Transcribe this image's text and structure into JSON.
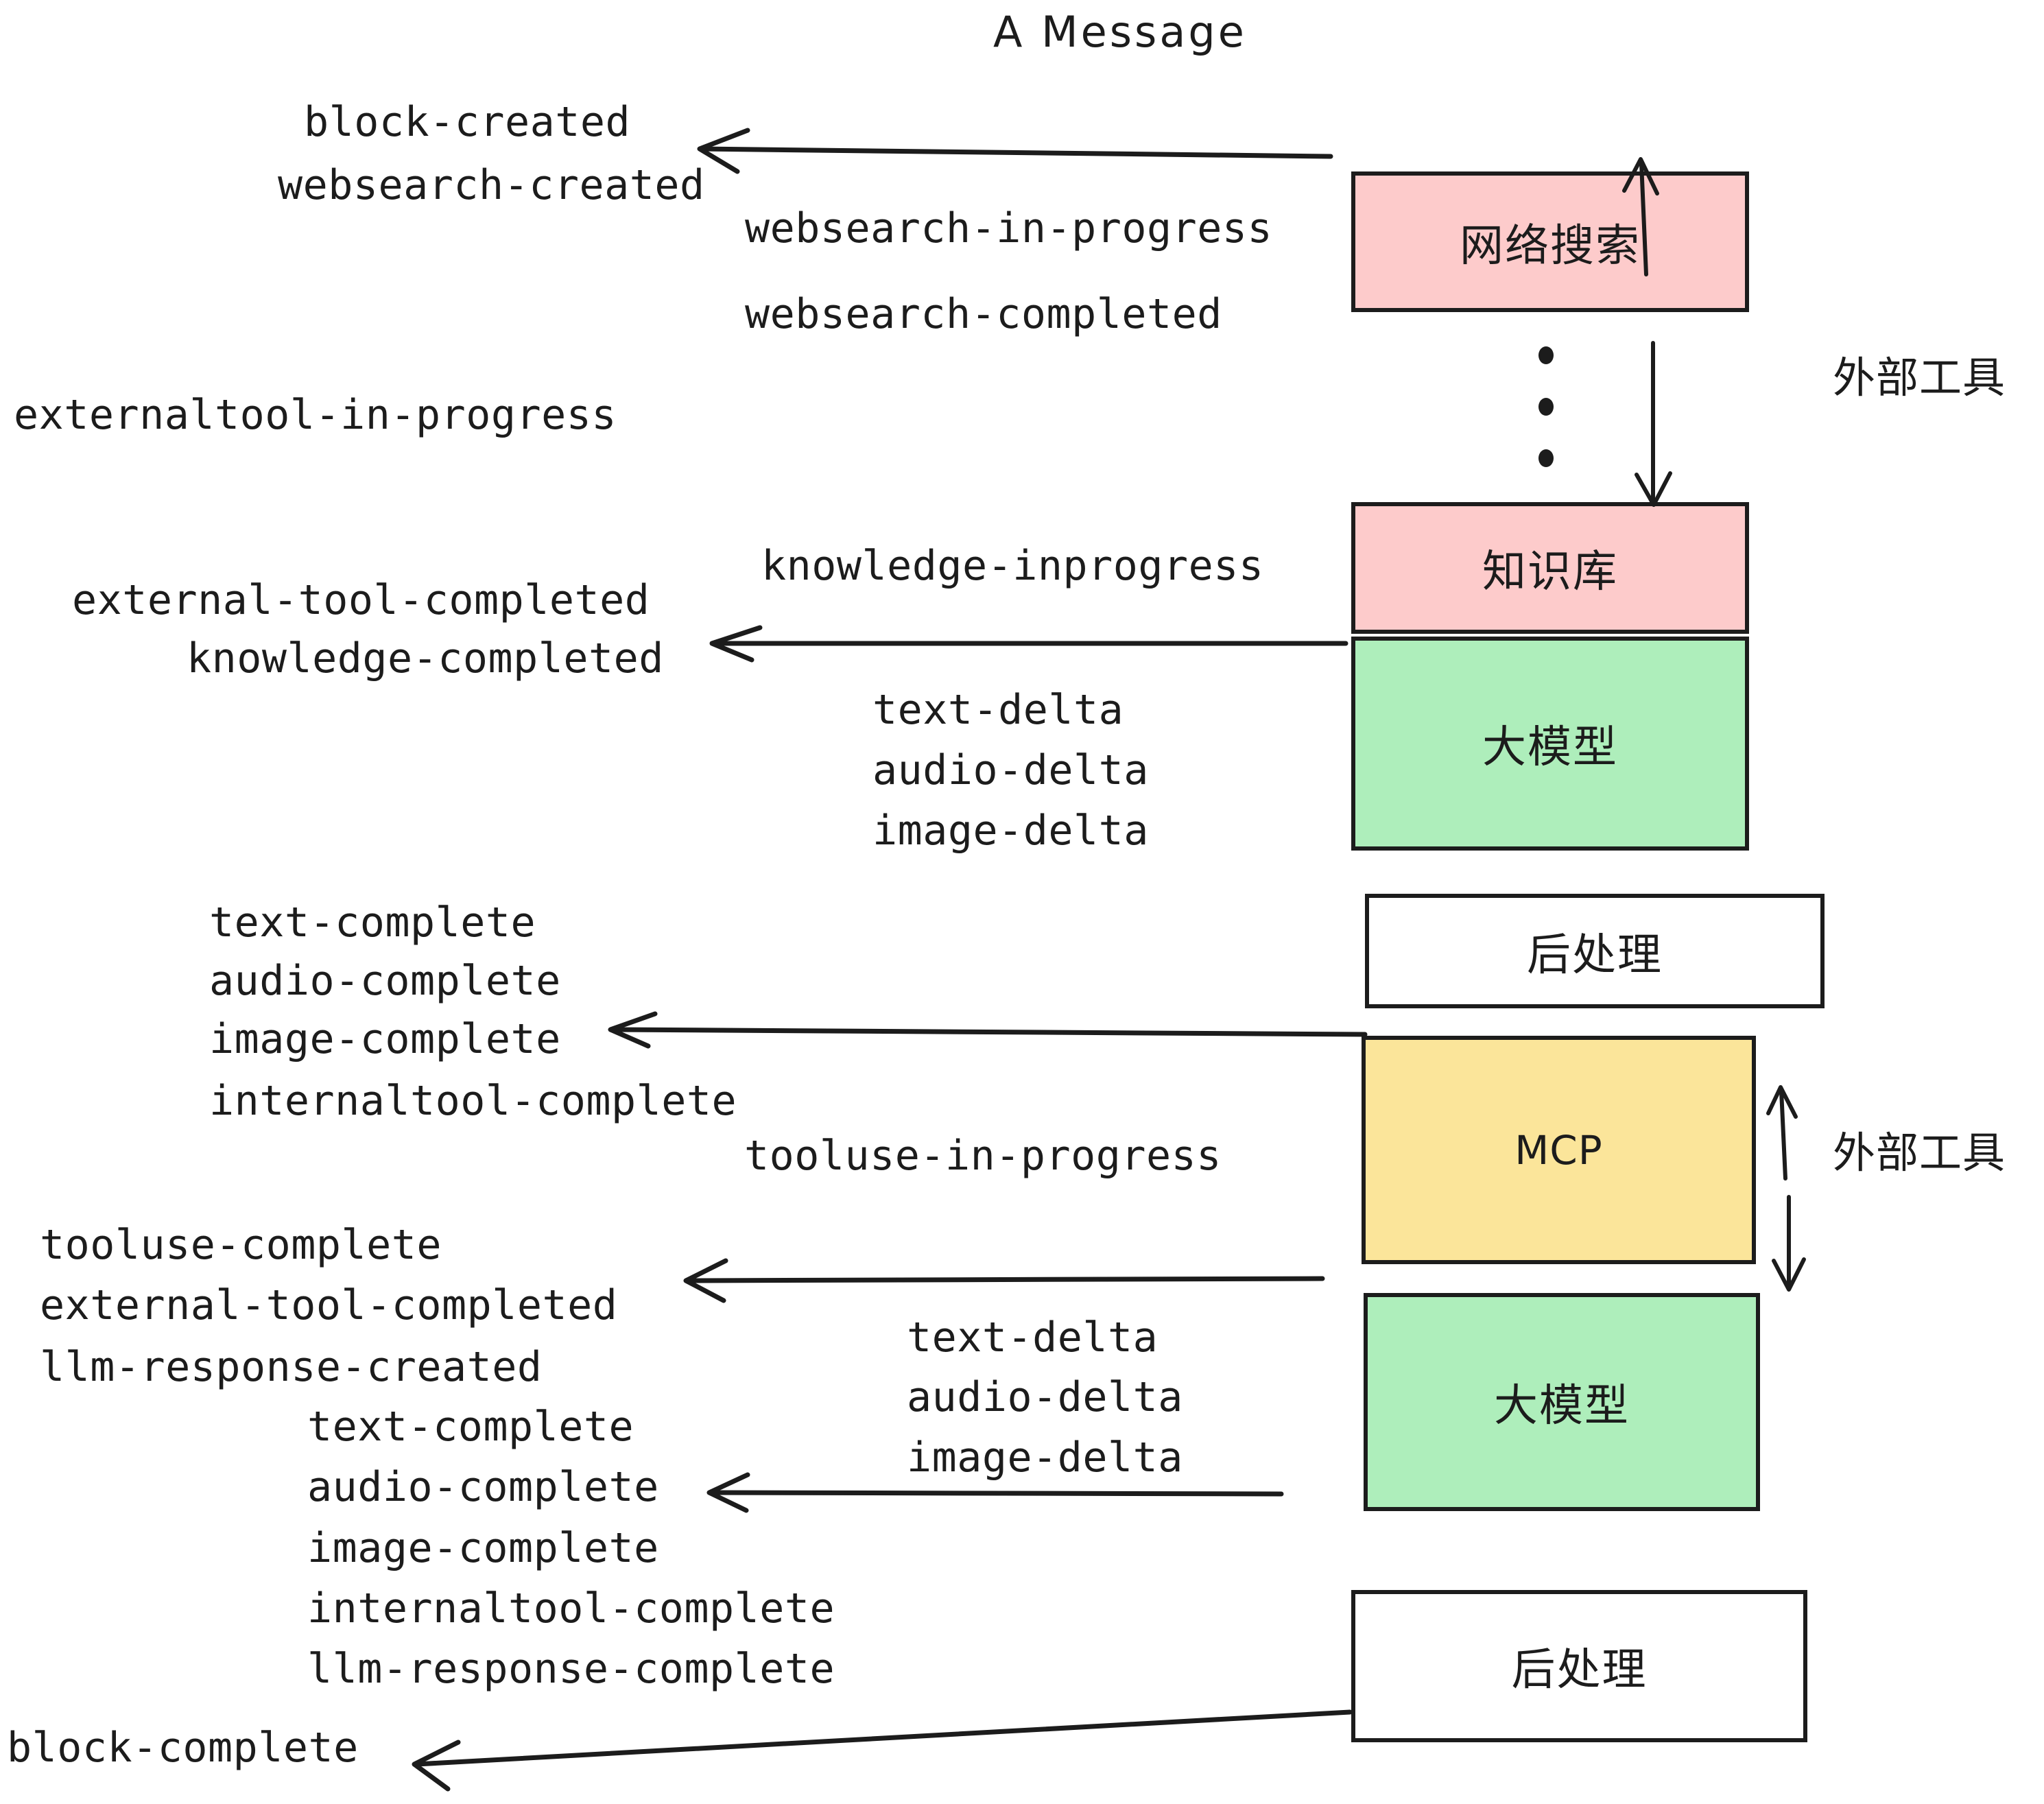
{
  "title": "A Message",
  "boxes": [
    {
      "id": "websearch",
      "label": "网络搜索",
      "color": "#fdcbcb",
      "script": "cjk"
    },
    {
      "id": "knowledge",
      "label": "知识库",
      "color": "#fdcbcb",
      "script": "cjk"
    },
    {
      "id": "llm-top",
      "label": "大模型",
      "color": "#aeeebb",
      "script": "cjk"
    },
    {
      "id": "post-top",
      "label": "后处理",
      "color": "#ffffff",
      "script": "cjk"
    },
    {
      "id": "mcp",
      "label": "MCP",
      "color": "#fbe59a",
      "script": "latin"
    },
    {
      "id": "llm-bottom",
      "label": "大模型",
      "color": "#aeeebb",
      "script": "cjk"
    },
    {
      "id": "post-bottom",
      "label": "后处理",
      "color": "#ffffff",
      "script": "cjk"
    }
  ],
  "external_tool_labels": [
    {
      "id": "external-tool-top",
      "label": "外部工具"
    },
    {
      "id": "external-tool-bottom",
      "label": "外部工具"
    }
  ],
  "events": [
    {
      "id": "block-created",
      "text": "block-created"
    },
    {
      "id": "websearch-created",
      "text": "websearch-created"
    },
    {
      "id": "websearch-in-progress",
      "text": "websearch-in-progress"
    },
    {
      "id": "websearch-completed",
      "text": "websearch-completed"
    },
    {
      "id": "externaltool-in-progress",
      "text": "externaltool-in-progress"
    },
    {
      "id": "knowledge-inprogress",
      "text": "knowledge-inprogress"
    },
    {
      "id": "external-tool-completed-1",
      "text": "external-tool-completed"
    },
    {
      "id": "knowledge-completed",
      "text": "knowledge-completed"
    },
    {
      "id": "text-delta-1",
      "text": "text-delta"
    },
    {
      "id": "audio-delta-1",
      "text": "audio-delta"
    },
    {
      "id": "image-delta-1",
      "text": "image-delta"
    },
    {
      "id": "text-complete-1",
      "text": "text-complete"
    },
    {
      "id": "audio-complete-1",
      "text": "audio-complete"
    },
    {
      "id": "image-complete-1",
      "text": "image-complete"
    },
    {
      "id": "internaltool-complete-1",
      "text": "internaltool-complete"
    },
    {
      "id": "tooluse-in-progress",
      "text": "tooluse-in-progress"
    },
    {
      "id": "tooluse-complete",
      "text": "tooluse-complete"
    },
    {
      "id": "external-tool-completed-2",
      "text": "external-tool-completed"
    },
    {
      "id": "llm-response-created",
      "text": "llm-response-created"
    },
    {
      "id": "text-delta-2",
      "text": "text-delta"
    },
    {
      "id": "audio-delta-2",
      "text": "audio-delta"
    },
    {
      "id": "image-delta-2",
      "text": "image-delta"
    },
    {
      "id": "text-complete-2",
      "text": "text-complete"
    },
    {
      "id": "audio-complete-2",
      "text": "audio-complete"
    },
    {
      "id": "image-complete-2",
      "text": "image-complete"
    },
    {
      "id": "internaltool-complete-2",
      "text": "internaltool-complete"
    },
    {
      "id": "llm-response-complete",
      "text": "llm-response-complete"
    },
    {
      "id": "block-complete",
      "text": "block-complete"
    }
  ],
  "colors": {
    "stroke": "#1c1c1c",
    "pink": "#fdcbcb",
    "green": "#aeeebb",
    "yellow": "#fbe59a",
    "white": "#ffffff",
    "background": "#ffffff"
  }
}
